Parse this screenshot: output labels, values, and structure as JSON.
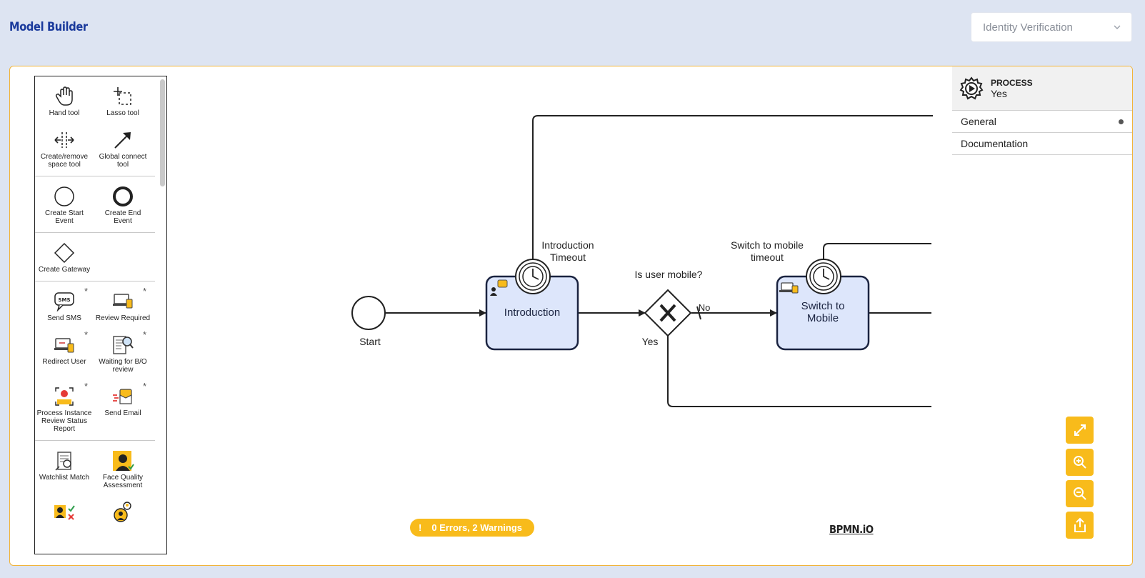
{
  "app": {
    "title": "Model Builder"
  },
  "process_select": {
    "value": "Identity Verification"
  },
  "palette": {
    "items": [
      {
        "label": "Hand tool",
        "icon": "hand-icon"
      },
      {
        "label": "Lasso tool",
        "icon": "lasso-icon"
      },
      {
        "label": "Create/remove space tool",
        "icon": "space-tool-icon"
      },
      {
        "label": "Global connect tool",
        "icon": "connect-arrow-icon"
      },
      {
        "label": "Create Start Event",
        "icon": "start-event-icon"
      },
      {
        "label": "Create End Event",
        "icon": "end-event-icon"
      },
      {
        "label": "Create Gateway",
        "icon": "gateway-icon"
      },
      {
        "label": "Send SMS",
        "icon": "sms-icon",
        "star": "*"
      },
      {
        "label": "Review Required",
        "icon": "review-icon",
        "star": "*"
      },
      {
        "label": "Redirect User",
        "icon": "redirect-icon",
        "star": "*"
      },
      {
        "label": "Waiting for B/O review",
        "icon": "document-search-icon",
        "star": "*"
      },
      {
        "label": "Process Instance Review Status Report",
        "icon": "record-report-icon",
        "star": "*"
      },
      {
        "label": "Send Email",
        "icon": "send-email-icon",
        "star": "*"
      },
      {
        "label": "Watchlist Match",
        "icon": "watchlist-icon"
      },
      {
        "label": "Face Quality Assessment",
        "icon": "face-quality-icon"
      },
      {
        "label": "",
        "icon": "face-match-icon"
      },
      {
        "label": "",
        "icon": "webcam-icon"
      }
    ]
  },
  "diagram": {
    "start_label": "Start",
    "intro_task": "Introduction",
    "intro_timeout": "Introduction Timeout",
    "gateway_label": "Is user mobile?",
    "flow_no": "No",
    "flow_yes": "Yes",
    "switch_timeout": "Switch to mobile timeout",
    "switch_task": "Switch to Mobile"
  },
  "properties": {
    "type": "PROCESS",
    "name": "Yes",
    "tabs": [
      "General",
      "Documentation"
    ]
  },
  "issues": {
    "text": "0 Errors, 2 Warnings",
    "icon": "!"
  },
  "branding": {
    "logo": "BPMN.iO"
  },
  "controls": [
    "fullscreen-icon",
    "zoom-in-icon",
    "zoom-out-icon",
    "export-icon"
  ],
  "colors": {
    "accent": "#f8bb1b",
    "task_fill": "#dde6fb",
    "task_stroke": "#1a2340",
    "title": "#1a3a9c"
  }
}
